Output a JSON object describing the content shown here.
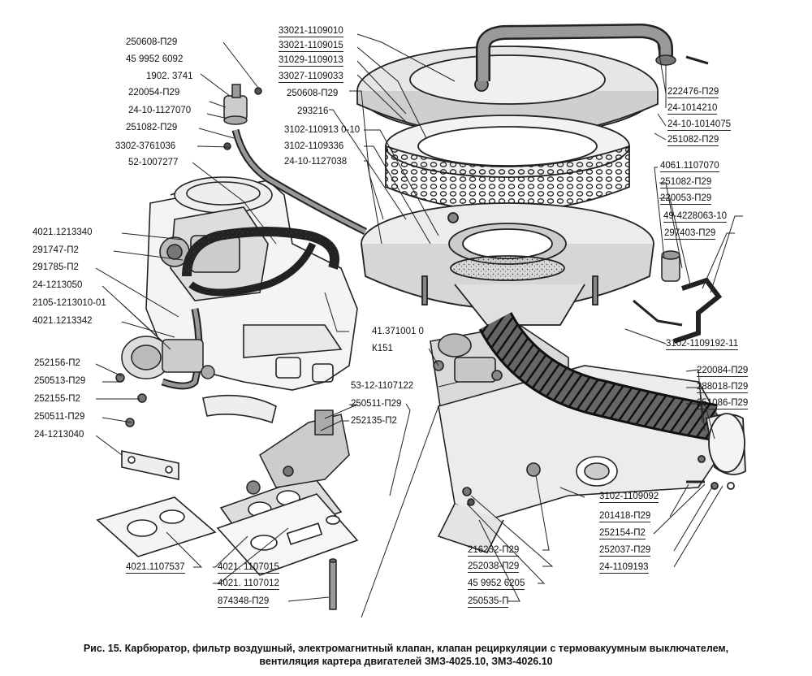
{
  "caption": {
    "line1": "Рис. 15. Карбюратор, фильтр воздушный, электромагнитный клапан, клапан рециркуляции с термовакуумным выключателем,",
    "line2": "вентиляция картера двигателей ЗМЗ-4025.10, ЗМЗ-4026.10"
  },
  "labels": {
    "l_250608": "250608-П29",
    "l_459952_6092": "45 9952 6092",
    "l_1902_3741": "1902. 3741",
    "l_220054": "220054-П29",
    "l_24_1127070": "24-10-1127070",
    "l_251082_a": "251082-П29",
    "l_3302_3761036": "3302-3761036",
    "l_52_1007277": "52-1007277",
    "l_33021_1109010": "33021-1109010",
    "l_33021_1109015": "33021-1109015",
    "l_31029_1109013": "31029-1109013",
    "l_33027_1109033": "33027-1109033",
    "l_250608_b": "250608-П29",
    "l_293216": "293216",
    "l_3102_1109130": "3102-110913 0-10",
    "l_3102_1109336": "3102-1109336",
    "l_24_1127038": "24-10-1127038",
    "l_222476": "222476-П29",
    "l_24_1014210": "24-1014210",
    "l_24_1014075": "24-10-1014075",
    "l_251082_b": "251082-П29",
    "l_4061_1107070": "4061.1107070",
    "l_251082_c": "251082-П29",
    "l_220053": "220053-П29",
    "l_49_4228063": "49-4228063-10",
    "l_297403": "297403-П29",
    "l_4021_1213340": "4021.1213340",
    "l_291747": "291747-П2",
    "l_291785": "291785-П2",
    "l_24_1213050": "24-1213050",
    "l_2105_1213010": "2105-1213010-01",
    "l_4021_1213342": "4021.1213342",
    "l_41_3710010": "41.371001 0",
    "l_k151": "К151",
    "l_3102_1109192": "3102-1109192-11",
    "l_220084": "220084-П29",
    "l_288018": "288018-П29",
    "l_251086": "251086-П29",
    "l_252156": "252156-П2",
    "l_250513": "250513-П29",
    "l_252155": "252155-П2",
    "l_250511_a": "250511-П29",
    "l_24_1213040": "24-1213040",
    "l_53_12_1107122": "53-12-1107122",
    "l_250511_b": "250511-П29",
    "l_252135": "252135-П2",
    "l_3102_1109092": "3102-1109092",
    "l_201418": "201418-П29",
    "l_252154": "252154-П2",
    "l_252037": "252037-П29",
    "l_24_1109193": "24-1109193",
    "l_4021_1107537": "4021.1107537",
    "l_4021_1107015": "4021. 1107015",
    "l_4021_1107012": "4021. 1107012",
    "l_874348": "874348-П29",
    "l_216232": "216232-П29",
    "l_252038": "252038-П29",
    "l_459952_6205": "45 9952 6205",
    "l_250535": "250535-П"
  }
}
